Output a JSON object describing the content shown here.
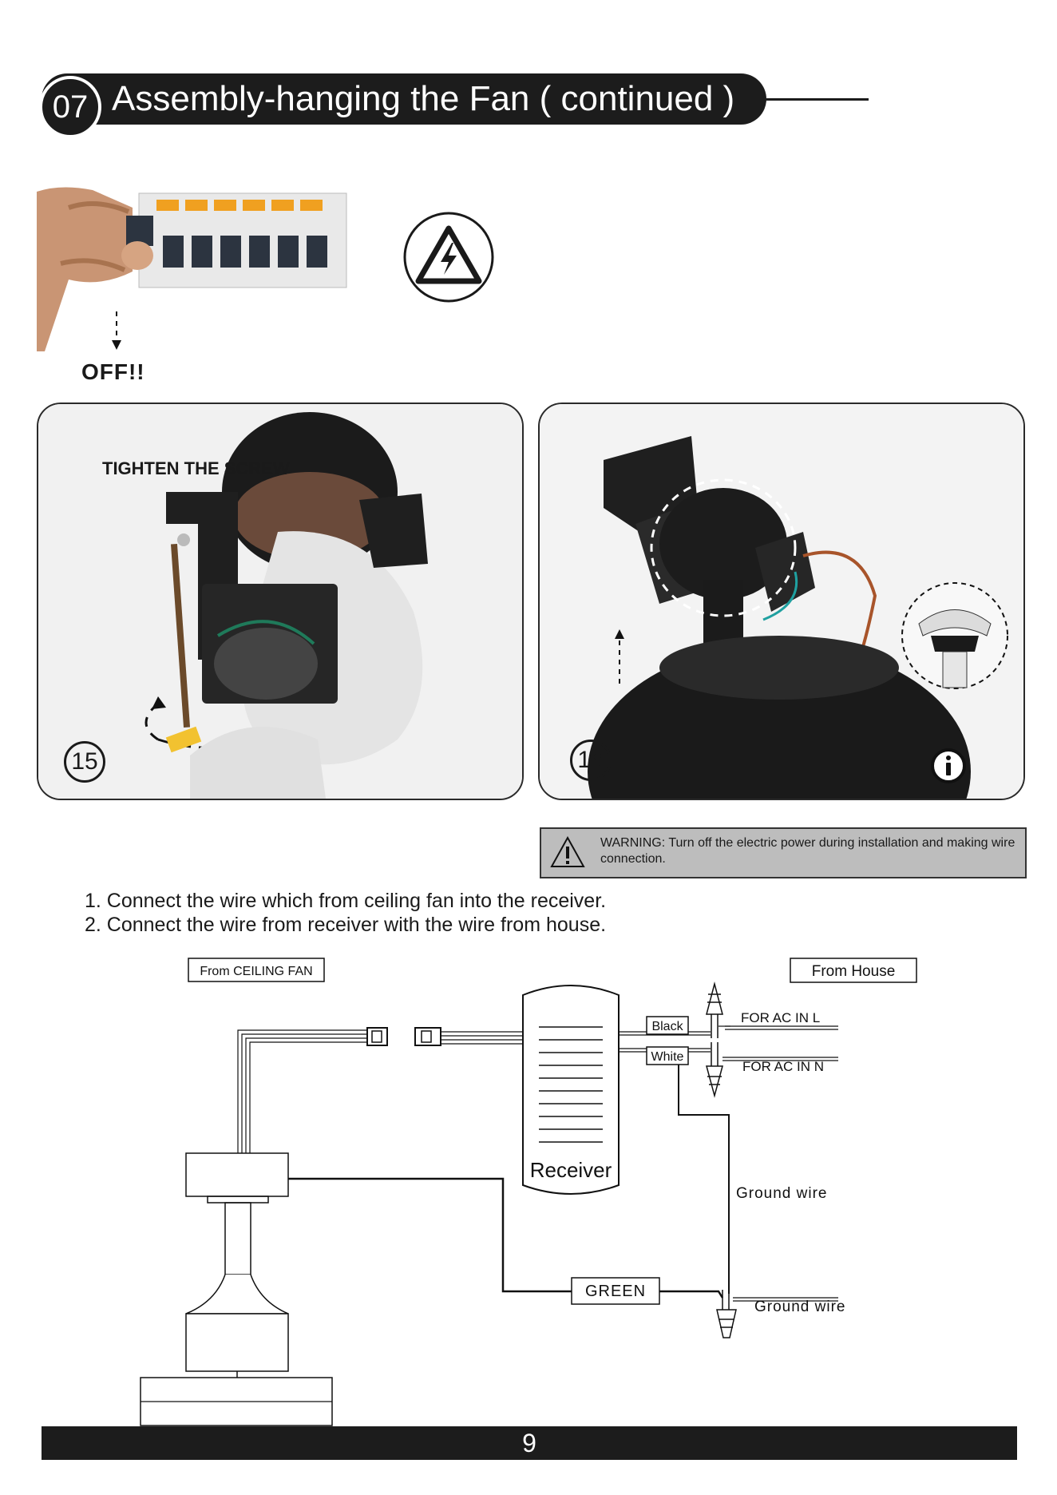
{
  "header": {
    "step_number": "07",
    "title": "Assembly-hanging the Fan ( continued )"
  },
  "breaker": {
    "off_label": "OFF!!"
  },
  "panels": {
    "left": {
      "caption": "TIGHTEN THE SCREW",
      "step_number": "15"
    },
    "right": {
      "step_number": "16"
    }
  },
  "warning": {
    "text": "WARNING: Turn off the electric power during installation and making wire connection."
  },
  "instructions": [
    "1. Connect the wire which from ceiling fan  into the receiver.",
    "2. Connect the wire from receiver with the wire from house."
  ],
  "diagram": {
    "from_ceiling_fan": "From CEILING FAN",
    "from_house": "From House",
    "receiver": "Receiver",
    "black": "Black",
    "white": "White",
    "for_ac_in_l": "FOR AC IN L",
    "for_ac_in_n": "FOR AC IN N",
    "ground_wire_upper": "Ground wire",
    "ground_wire_lower": "Ground wire",
    "green": "GREEN"
  },
  "footer": {
    "page_number": "9"
  },
  "colors": {
    "header_bg": "#1c1c1c",
    "warning_bg": "#bdbdbd"
  }
}
